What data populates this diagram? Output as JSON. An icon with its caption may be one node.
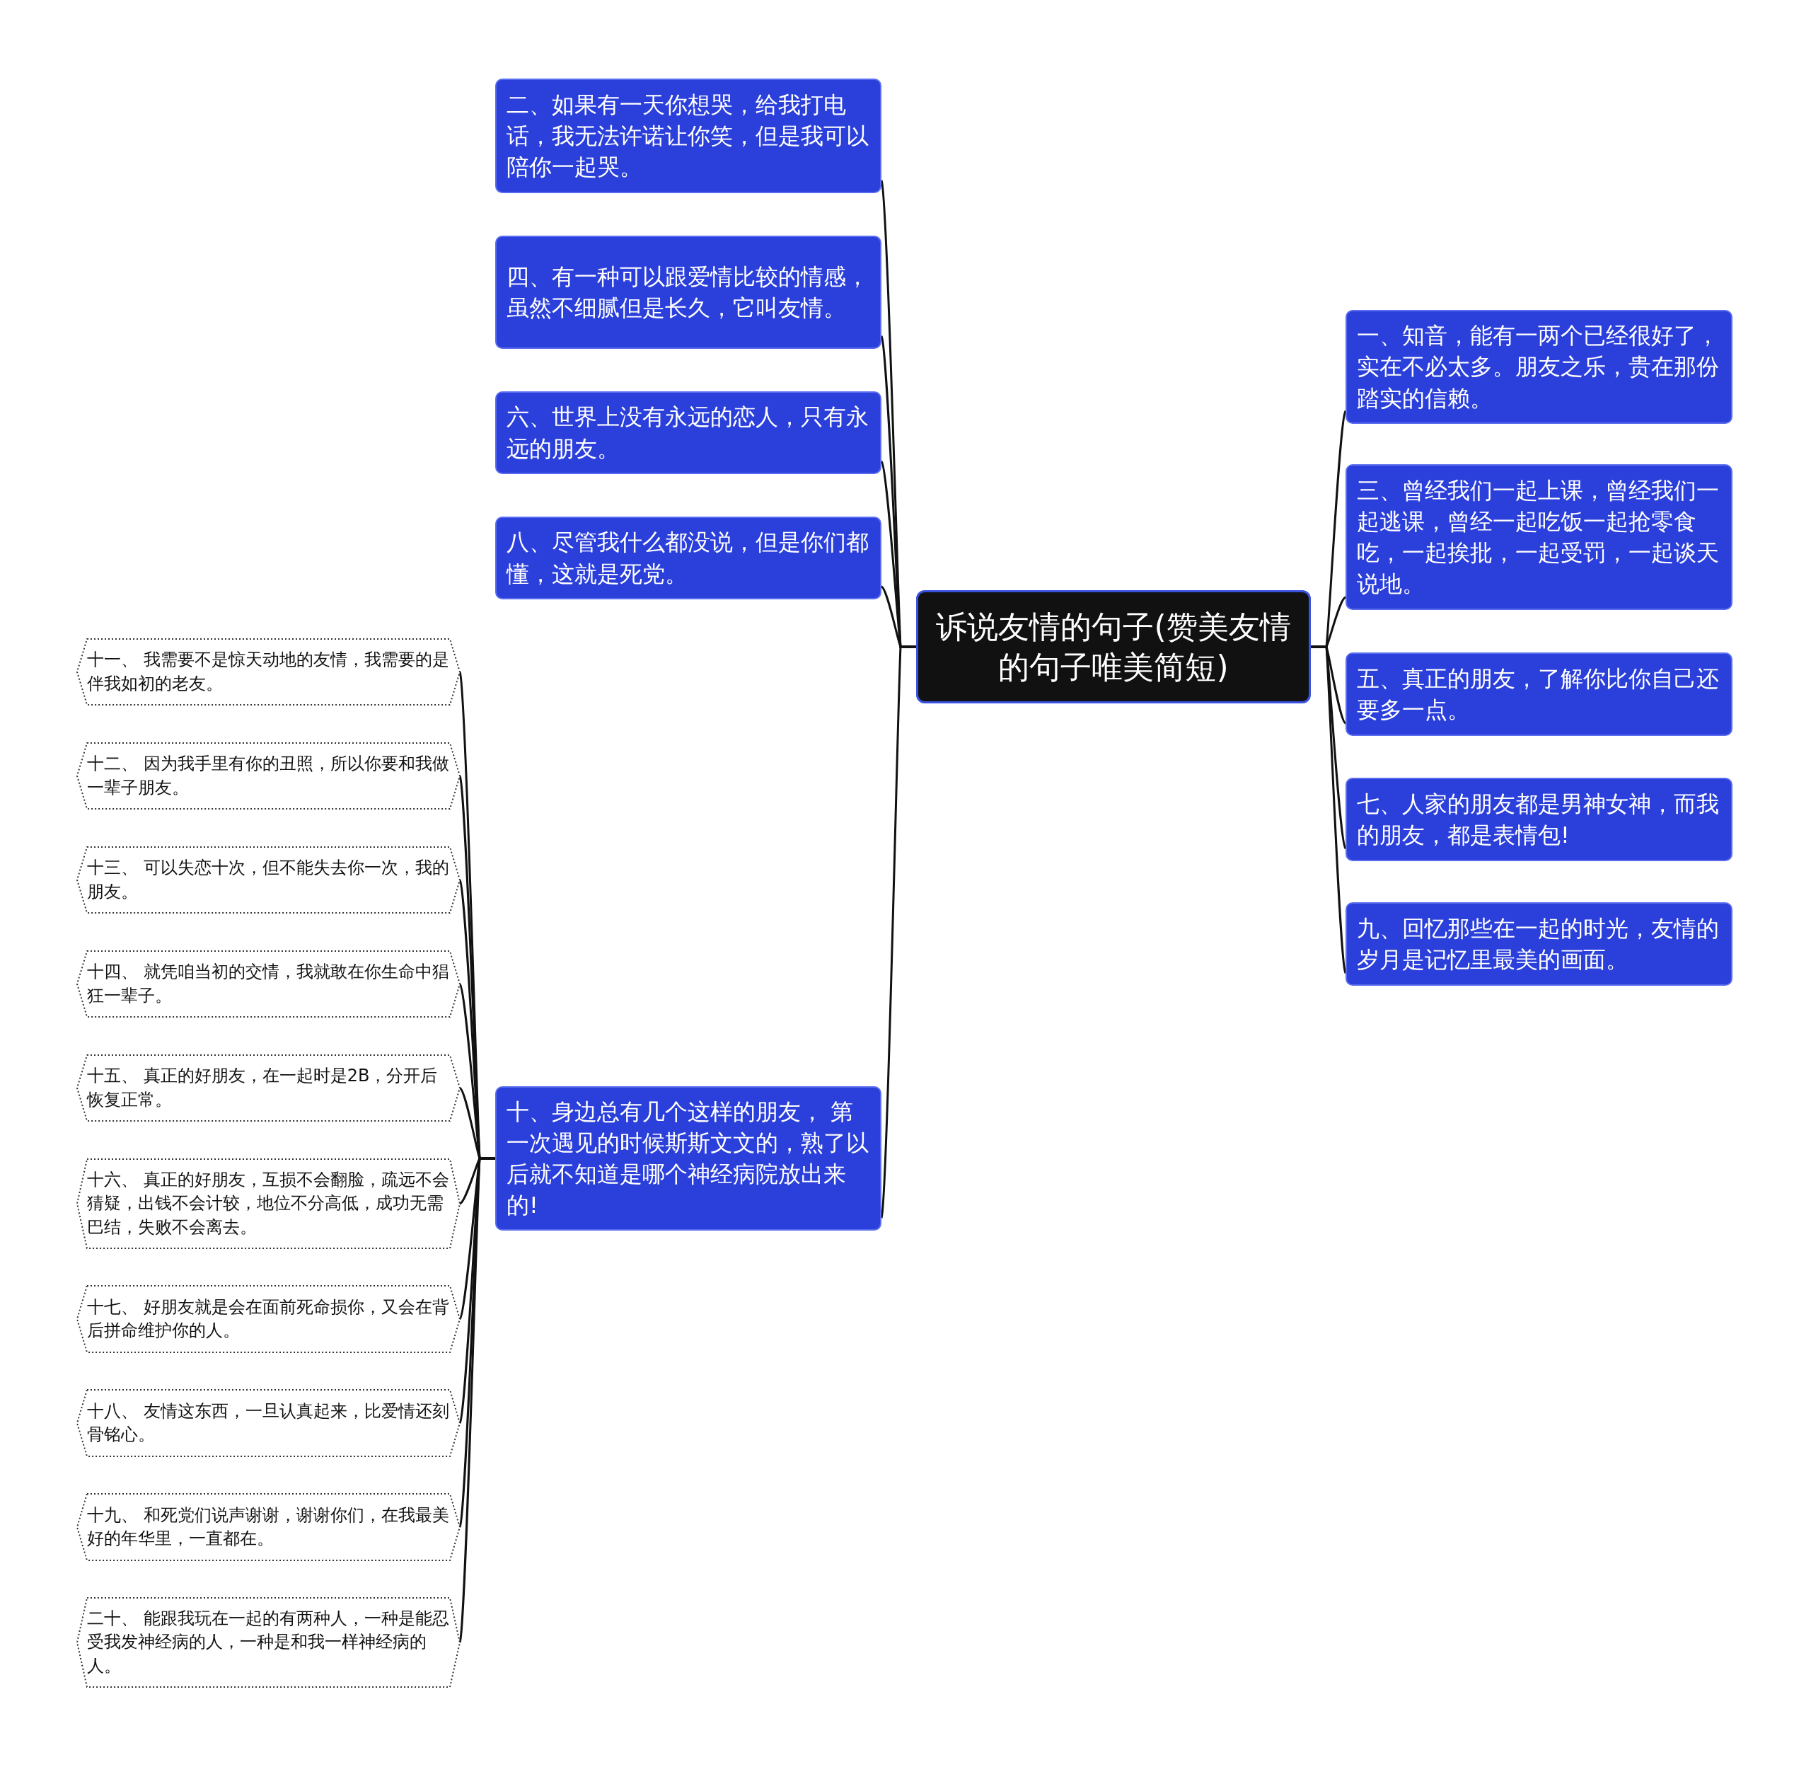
{
  "diagram": {
    "nodes": [
      {
        "text": [
          "诉说友情的句子(赞美友情的句子唯美简短)"
        ]
      },
      {
        "text": [
          "二、如果有一天你想哭，给我打电话，我无法许诺让你笑，但是我可以陪你一起哭。"
        ]
      },
      {
        "text": [
          "四、有一种可以跟爱情比较的情感，虽然不细腻但是长久，它叫友情。"
        ]
      },
      {
        "text": [
          "六、世界上没有永远的恋人，只有永远的朋友。"
        ]
      },
      {
        "text": [
          "八、尽管我什么都没说，但是你们都懂，这就是死党。"
        ]
      },
      {
        "text": [
          "十、身边总有几个这样的朋友， 第一次遇见的时候斯斯文文的，熟了以后就不知道是哪个神经病院放出来的!"
        ]
      },
      {
        "text": [
          "一、知音，能有一两个已经很好了，实在不必太多。朋友之乐，贵在那份踏实的信赖。"
        ]
      },
      {
        "text": [
          "三、曾经我们一起上课，曾经我们一起逃课，曾经一起吃饭一起抢零食吃，一起挨批，一起受罚，一起谈天说地。"
        ]
      },
      {
        "text": [
          "五、真正的朋友，了解你比你自己还要多一点。"
        ]
      },
      {
        "text": [
          "七、人家的朋友都是男神女神，而我的朋友，都是表情包!"
        ]
      },
      {
        "text": [
          "九、回忆那些在一起的时光，友情的岁月是记忆里最美的画面。"
        ]
      },
      {
        "text": [
          "十一、 我需要不是惊天动地的友情，我需要的是伴我如初的老友。"
        ]
      },
      {
        "text": [
          "十二、 因为我手里有你的丑照，所以你要和我做一辈子朋友。"
        ]
      },
      {
        "text": [
          "十三、 可以失恋十次，但不能失去你一次，我的朋友。"
        ]
      },
      {
        "text": [
          "十四、 就凭咱当初的交情，我就敢在你生命中猖狂一辈子。"
        ]
      },
      {
        "text": [
          "十五、 真正的好朋友，在一起时是2B，分开后恢复正常。"
        ]
      },
      {
        "text": [
          "十六、 真正的好朋友，互损不会翻脸，疏远不会猜疑，出钱不会计较，地位不分高低，成功无需巴结，失败不会离去。"
        ]
      },
      {
        "text": [
          "十七、 好朋友就是会在面前死命损你，又会在背后拼命维护你的人。"
        ]
      },
      {
        "text": [
          "十八、 友情这东西，一旦认真起来，比爱情还刻骨铭心。"
        ]
      },
      {
        "text": [
          "十九、 和死党们说声谢谢，谢谢你们，在我最美好的年华里，一直都在。"
        ]
      },
      {
        "text": [
          "二十、 能跟我玩在一起的有两种人，一种是能忍受我发神经病的人，一种是和我一样神经病的人。"
        ]
      }
    ],
    "edges": [
      {
        "from": 0,
        "to": 1,
        "arrow": "none"
      },
      {
        "from": 0,
        "to": 2,
        "arrow": "none"
      },
      {
        "from": 0,
        "to": 3,
        "arrow": "none"
      },
      {
        "from": 0,
        "to": 4,
        "arrow": "none"
      },
      {
        "from": 0,
        "to": 5,
        "arrow": "none"
      },
      {
        "from": 0,
        "to": 6,
        "arrow": "none"
      },
      {
        "from": 0,
        "to": 7,
        "arrow": "none"
      },
      {
        "from": 0,
        "to": 8,
        "arrow": "none"
      },
      {
        "from": 0,
        "to": 9,
        "arrow": "none"
      },
      {
        "from": 0,
        "to": 10,
        "arrow": "none"
      },
      {
        "from": 5,
        "to": 11,
        "arrow": "none"
      },
      {
        "from": 5,
        "to": 12,
        "arrow": "none"
      },
      {
        "from": 5,
        "to": 13,
        "arrow": "none"
      },
      {
        "from": 5,
        "to": 14,
        "arrow": "none"
      },
      {
        "from": 5,
        "to": 15,
        "arrow": "none"
      },
      {
        "from": 5,
        "to": 16,
        "arrow": "none"
      },
      {
        "from": 5,
        "to": 17,
        "arrow": "none"
      },
      {
        "from": 5,
        "to": 18,
        "arrow": "none"
      },
      {
        "from": 5,
        "to": 19,
        "arrow": "none"
      },
      {
        "from": 5,
        "to": 20,
        "arrow": "none"
      }
    ]
  }
}
